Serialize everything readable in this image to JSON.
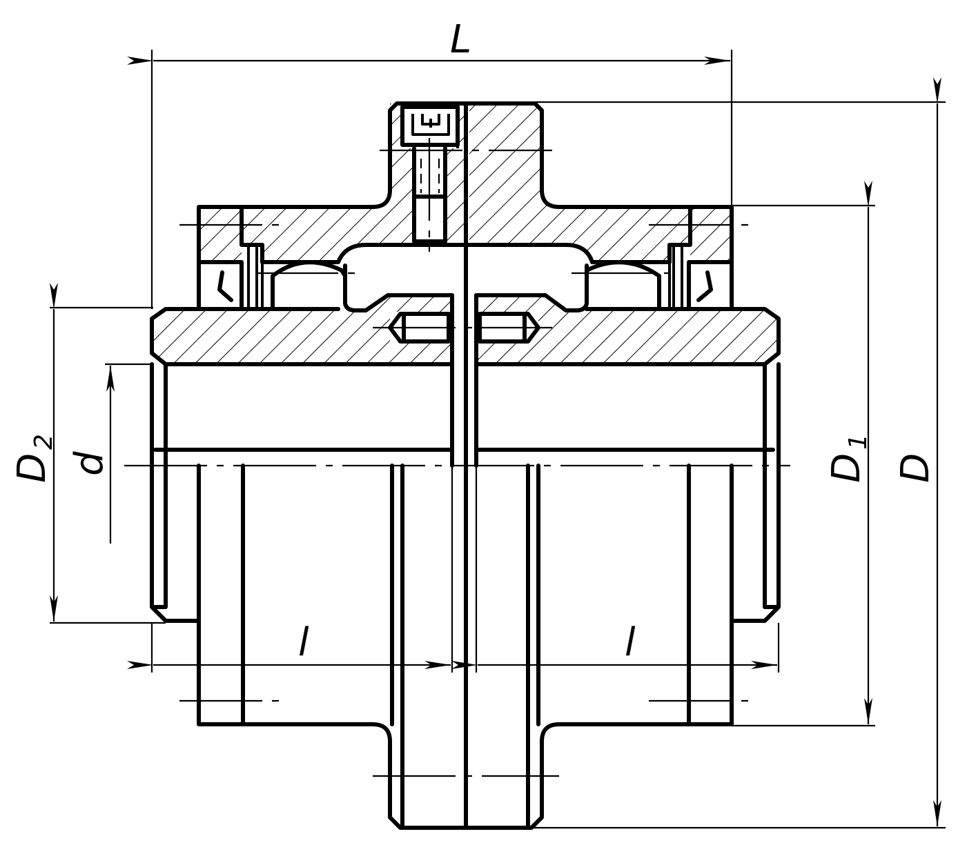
{
  "labels": {
    "overall_length": "L",
    "outer_diameter": "D",
    "flange_diameter_base": "D",
    "flange_diameter_sub": "1",
    "hub_diameter_base": "D",
    "hub_diameter_sub": "2",
    "bore_diameter": "d",
    "hub_length_left": "l",
    "hub_length_right": "l"
  }
}
